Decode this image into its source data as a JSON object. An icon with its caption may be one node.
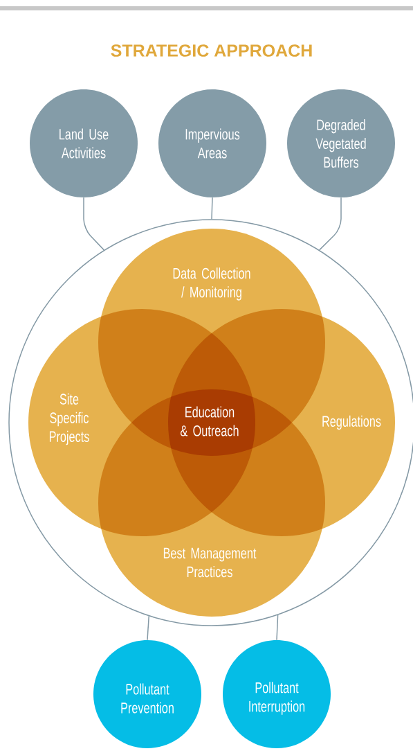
{
  "diagram": {
    "title": "STRATEGIC APPROACH",
    "nodes": [
      {
        "text": [
          "Land Use Activities"
        ]
      },
      {
        "text": [
          "Impervious Areas"
        ]
      },
      {
        "text": [
          "Degraded Vegetated Buffers"
        ]
      },
      {
        "text": [],
        "shape": "circle"
      },
      {
        "text": [
          "Data Collection / Monitoring"
        ],
        "in": 3
      },
      {
        "text": [
          "Site Specific Projects"
        ],
        "in": 3
      },
      {
        "text": [
          "Regulations"
        ],
        "in": 3
      },
      {
        "text": [
          "Best Management Practices"
        ],
        "in": 3
      },
      {
        "text": [
          "Pollutant Prevention"
        ]
      },
      {
        "text": [
          "Pollutant Interruption"
        ]
      }
    ],
    "edges": [
      {
        "from": 0,
        "to": 3,
        "arrow": "none"
      },
      {
        "from": 1,
        "to": 3,
        "arrow": "none"
      },
      {
        "from": 2,
        "to": 3,
        "arrow": "none"
      },
      {
        "from": 3,
        "to": 8,
        "arrow": "none"
      },
      {
        "from": 3,
        "to": 9,
        "arrow": "none"
      }
    ],
    "labels": [
      "Education & Outreach"
    ]
  }
}
